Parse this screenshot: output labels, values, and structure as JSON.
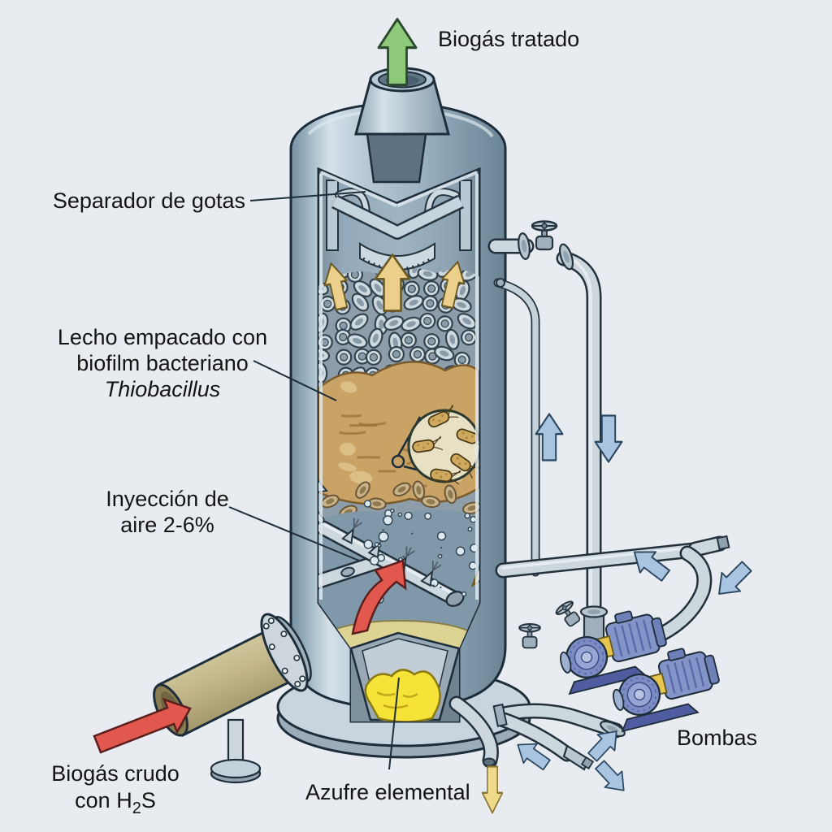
{
  "labels": {
    "treated_biogas": "Biogás tratado",
    "droplet_separator": "Separador de gotas",
    "packed_bed": [
      "Lecho empacado con",
      "biofilm bacteriano",
      "Thiobacillus"
    ],
    "air_injection": [
      "Inyección de",
      "aire 2-6%"
    ],
    "raw_biogas": {
      "line1": "Biogás crudo",
      "line2_pre": "con H",
      "line2_sub": "2",
      "line2_post": "S"
    },
    "elemental_sulfur": "Azufre elemental",
    "pumps": "Bombas"
  },
  "colors": {
    "background": "#e8ecf1",
    "outline": "#1e2d3a",
    "treated_gas_arrow": "#8fc97a",
    "gas_flow_arrow": "#eccf8a",
    "raw_gas_arrow": "#e2574e",
    "liquid_flow_arrow": "#a9c4e0",
    "drain_arrow": "#efd98b",
    "sulfur": "#f6e338",
    "biofilm": "#c9a365",
    "packing_ring": "#cfd9e0",
    "inlet_pipe": "#c3b68a",
    "pump_body": "#8294c8",
    "pump_coupling": "#e7c64f",
    "vessel_steel": "#a9bfcd",
    "pipe_steel": "#ccd6dd"
  }
}
